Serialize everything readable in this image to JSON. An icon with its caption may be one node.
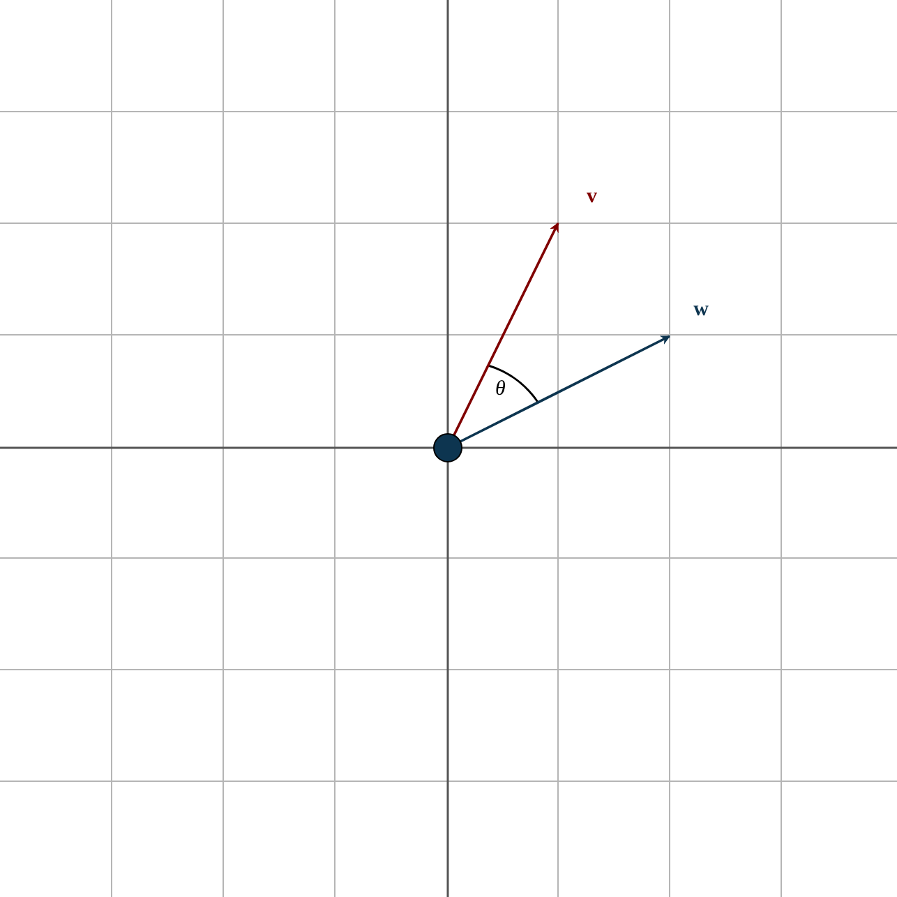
{
  "diagram": {
    "nodes": [
      {
        "text": [],
        "shape": "circle"
      },
      {
        "text": [
          "v"
        ]
      },
      {
        "text": [
          "w"
        ]
      }
    ],
    "edges": [
      {
        "from": 0,
        "to": 1,
        "arrow": "to",
        "color": "#800000"
      },
      {
        "from": 0,
        "to": 2,
        "arrow": "to",
        "color": "#0d3550"
      }
    ],
    "labels": [
      "θ"
    ]
  }
}
